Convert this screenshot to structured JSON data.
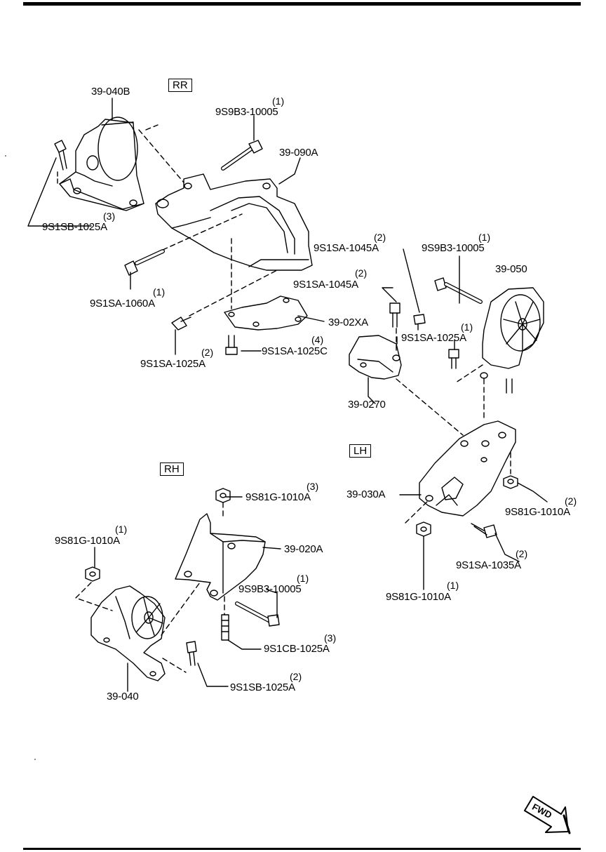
{
  "sections": {
    "rr": "RR",
    "lh": "LH",
    "rh": "RH"
  },
  "fwd": "FWD",
  "callouts": [
    {
      "id": "c1",
      "part": "39-040B",
      "qty": ""
    },
    {
      "id": "c2",
      "part": "9S9B3-10005",
      "qty": "(1)"
    },
    {
      "id": "c3",
      "part": "39-090A",
      "qty": ""
    },
    {
      "id": "c4",
      "part": "9S1SB-1025A",
      "qty": "(3)"
    },
    {
      "id": "c5",
      "part": "9S1SA-1060A",
      "qty": "(1)"
    },
    {
      "id": "c6",
      "part": "9S1SA-1045A",
      "qty": "(2)"
    },
    {
      "id": "c7",
      "part": "9S9B3-10005",
      "qty": "(1)"
    },
    {
      "id": "c8",
      "part": "39-050",
      "qty": ""
    },
    {
      "id": "c9",
      "part": "9S1SA-1045A",
      "qty": "(2)"
    },
    {
      "id": "c10",
      "part": "39-02XA",
      "qty": ""
    },
    {
      "id": "c11",
      "part": "9S1SA-1025A",
      "qty": "(1)"
    },
    {
      "id": "c12",
      "part": "9S1SA-1025C",
      "qty": "(4)"
    },
    {
      "id": "c13",
      "part": "9S1SA-1025A",
      "qty": "(2)"
    },
    {
      "id": "c14",
      "part": "39-0270",
      "qty": ""
    },
    {
      "id": "c15",
      "part": "39-030A",
      "qty": ""
    },
    {
      "id": "c16",
      "part": "9S81G-1010A",
      "qty": "(2)"
    },
    {
      "id": "c17",
      "part": "9S81G-1010A",
      "qty": "(3)"
    },
    {
      "id": "c18",
      "part": "9S81G-1010A",
      "qty": "(1)"
    },
    {
      "id": "c19",
      "part": "39-020A",
      "qty": ""
    },
    {
      "id": "c20",
      "part": "9S9B3-10005",
      "qty": "(1)"
    },
    {
      "id": "c21",
      "part": "9S1SA-1035A",
      "qty": "(2)"
    },
    {
      "id": "c22",
      "part": "9S81G-1010A",
      "qty": "(1)"
    },
    {
      "id": "c23",
      "part": "9S1CB-1025A",
      "qty": "(3)"
    },
    {
      "id": "c24",
      "part": "9S1SB-1025A",
      "qty": "(2)"
    },
    {
      "id": "c25",
      "part": "39-040",
      "qty": ""
    }
  ]
}
